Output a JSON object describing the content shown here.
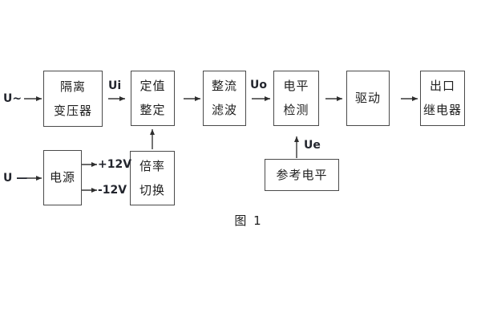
{
  "figure": {
    "caption": "图 1",
    "colors": {
      "background": "#ffffff",
      "line": "#383838",
      "box_border": "#4a4a4a",
      "text": "#1e1e1e"
    }
  },
  "blocks": {
    "isolation": {
      "line1": "隔离",
      "line2": "变压器"
    },
    "setting": {
      "line1": "定值",
      "line2": "整定"
    },
    "rectify": {
      "line1": "整流",
      "line2": "滤波"
    },
    "level": {
      "line1": "电平",
      "line2": "检测"
    },
    "drive": {
      "line1": "驱动"
    },
    "relay": {
      "line1": "出口",
      "line2": "继电器"
    },
    "power": {
      "line1": "电源"
    },
    "ratio": {
      "line1": "倍率",
      "line2": "切换"
    },
    "reference": {
      "line1": "参考电平"
    }
  },
  "signals": {
    "ac_input": "U~",
    "dc_input": "U —",
    "ui": "Ui",
    "uo": "Uo",
    "ue": "Ue",
    "rail_pos": "+12V",
    "rail_neg": "-12V"
  }
}
